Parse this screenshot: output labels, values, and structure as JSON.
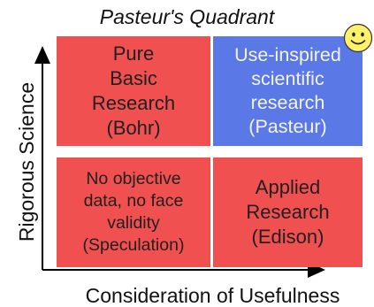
{
  "title": "Pasteur's Quadrant",
  "y_axis_label": "Rigorous Science",
  "x_axis_label": "Consideration of Usefulness",
  "quadrants": {
    "top_left": {
      "text": "Pure\nBasic\nResearch\n(Bohr)",
      "color": "#f05050"
    },
    "top_right": {
      "text": "Use-inspired\nscientific\nresearch\n(Pasteur)",
      "color": "#5a78e6"
    },
    "bottom_left": {
      "text": "No objective\ndata, no face\nvalidity\n(Speculation)",
      "color": "#f05050"
    },
    "bottom_right": {
      "text": "Applied\nResearch\n(Edison)",
      "color": "#f05050"
    }
  },
  "icons": {
    "corner": "smiley-face-icon"
  }
}
